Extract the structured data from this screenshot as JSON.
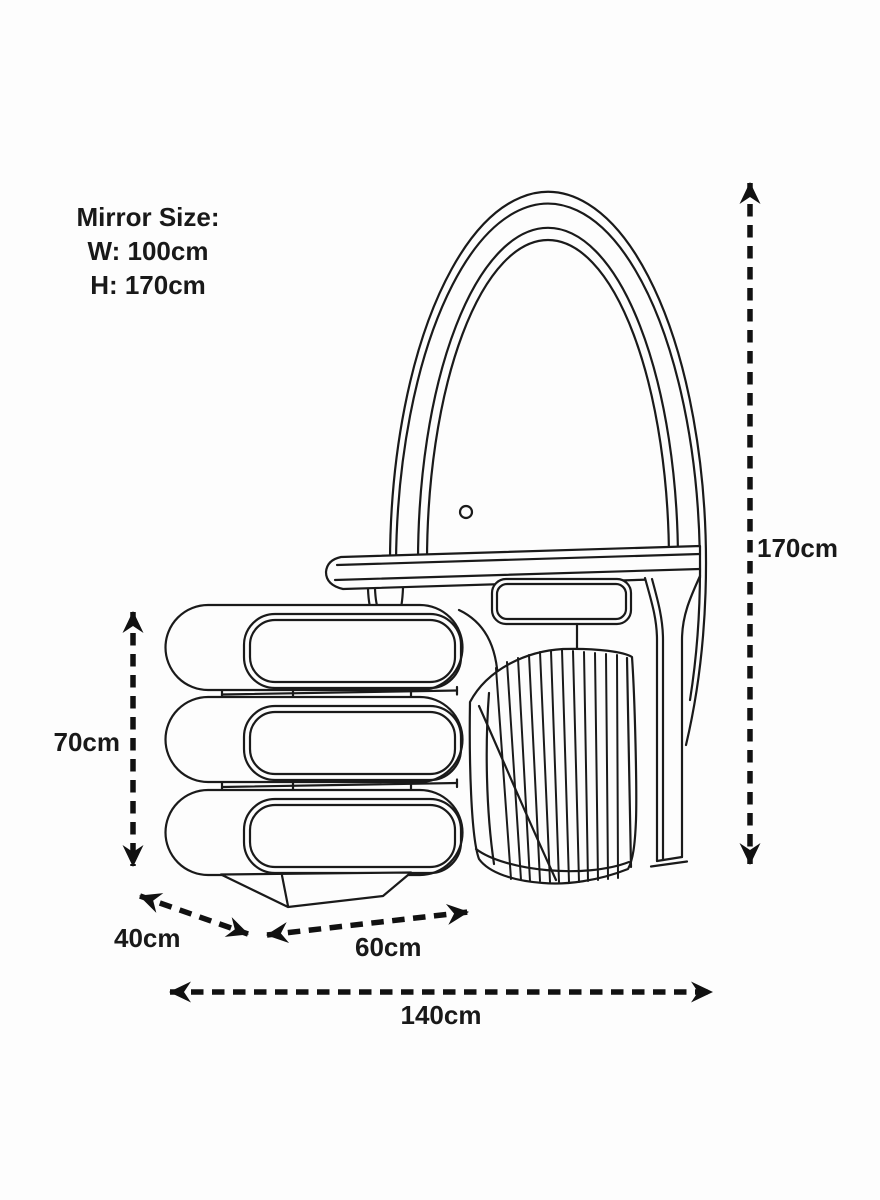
{
  "annotations": {
    "mirror_size": {
      "heading": "Mirror Size:",
      "width": "W: 100cm",
      "height": "H: 170cm"
    }
  },
  "dimensions": {
    "overall_height": "170cm",
    "drawer_unit_height": "70cm",
    "depth": "40cm",
    "drawer_unit_width": "60cm",
    "overall_width": "140cm"
  },
  "colors": {
    "background": "#fdfdfd",
    "line": "#1a1a1a",
    "arrow": "#111111",
    "text": "#191919"
  }
}
